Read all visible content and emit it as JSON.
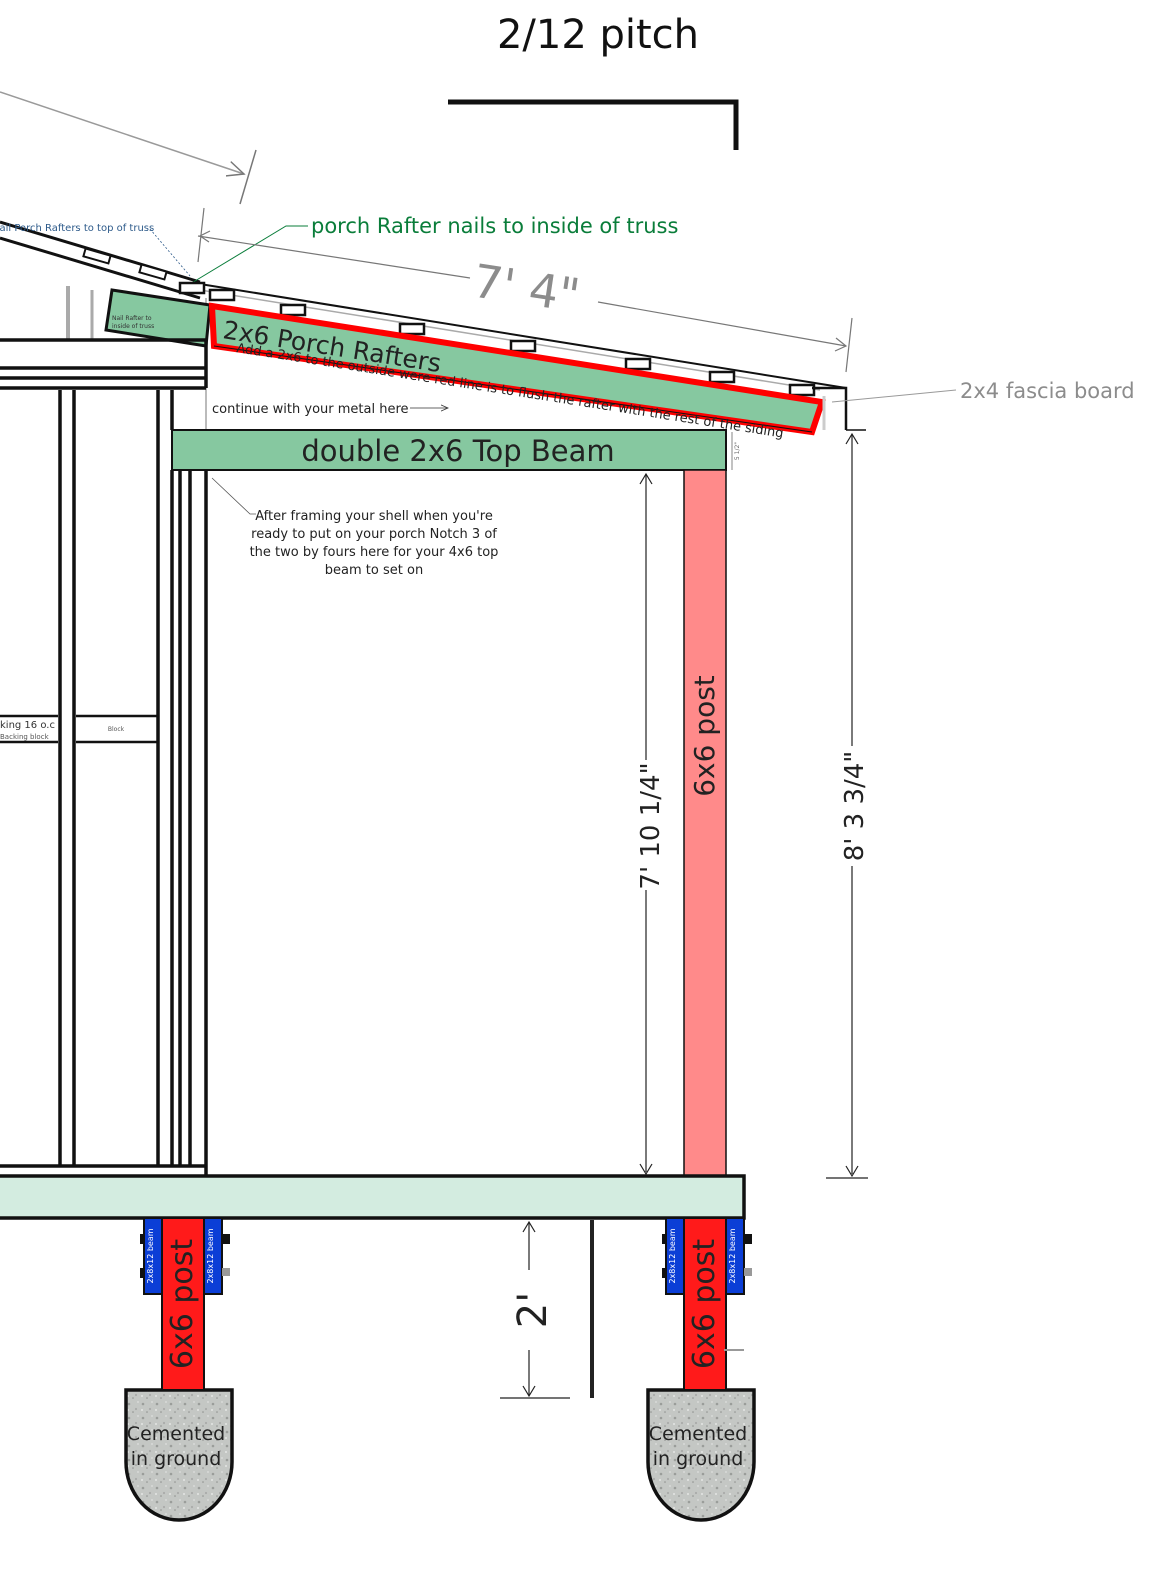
{
  "title": "2/12 pitch",
  "labels": {
    "porch_rafter_nails": "porch Rafter nails to inside of truss",
    "nail_porch_rafters_top": "Nail Porch Rafters to top of truss",
    "nail_rafter_inside_1": "Nail Rafter to",
    "nail_rafter_inside_2": "inside of truss",
    "rafter_length": "7' 4\"",
    "porch_rafters": "2x6 Porch Rafters",
    "add_2x6_note": "Add a 2x6 to the outside were red line is to flush the rafter with the rest of the siding",
    "fascia": "2x4 fascia board",
    "continue_metal": "continue with your metal here",
    "top_beam": "double 2x6 Top Beam",
    "notch_note": [
      "After framing your shell when you're",
      "ready to put on your porch Notch 3 of",
      "the two by fours here for your 4x6 top",
      "beam to set on"
    ],
    "post_6x6": "6x6 post",
    "dim_post_height": "7' 10 1/4\"",
    "dim_total_height": "8' 3 3/4\"",
    "small_dim": "5 1/2\"",
    "blocking_1": "king 16 o.c",
    "blocking_2": "Backing block",
    "block": "Block",
    "beam_2x8": "2x8x12 beam",
    "footing_post": "6x6 post",
    "dim_ground": "2'",
    "cemented_1": "Cemented",
    "cemented_2": "in ground"
  },
  "colors": {
    "rafter_green": "#86c8a0",
    "rafter_red": "#ff0000",
    "post_pink": "#ff8a8a",
    "post_red": "#ff1a1a",
    "beam_blue": "#0b3ed6",
    "floor_green": "#d3ece0",
    "note_green": "#0a7d3a",
    "note_blue": "#2d5a8a",
    "concrete": "#bfc2bf",
    "dim_gray": "#8c8c8c"
  }
}
